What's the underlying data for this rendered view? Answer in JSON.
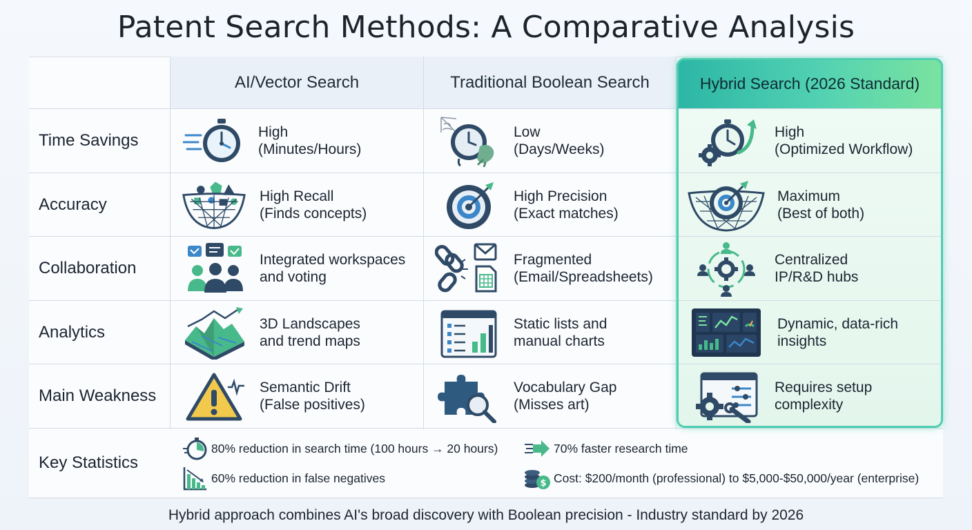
{
  "title": "Patent Search Methods: A Comparative Analysis",
  "columns": [
    {
      "label": "AI/Vector Search"
    },
    {
      "label": "Traditional Boolean Search"
    },
    {
      "label": "Hybrid Search (2026 Standard)"
    }
  ],
  "rows": [
    {
      "label": "Time Savings",
      "cells": [
        {
          "line1": "High",
          "line2": "(Minutes/Hours)",
          "icon": "stopwatch-speed-icon"
        },
        {
          "line1": "Low",
          "line2": "(Days/Weeks)",
          "icon": "cobweb-clock-icon"
        },
        {
          "line1": "High",
          "line2": "(Optimized Workflow)",
          "icon": "gear-stopwatch-icon"
        }
      ]
    },
    {
      "label": "Accuracy",
      "cells": [
        {
          "line1": "High Recall",
          "line2": "(Finds concepts)",
          "icon": "net-shapes-icon"
        },
        {
          "line1": "High Precision",
          "line2": "(Exact matches)",
          "icon": "target-arrow-icon"
        },
        {
          "line1": "Maximum",
          "line2": "(Best of both)",
          "icon": "net-target-icon"
        }
      ]
    },
    {
      "label": "Collaboration",
      "cells": [
        {
          "line1": "Integrated workspaces",
          "line2": "and voting",
          "icon": "team-chat-icon"
        },
        {
          "line1": "Fragmented",
          "line2": "(Email/Spreadsheets)",
          "icon": "broken-chain-icon"
        },
        {
          "line1": "Centralized",
          "line2": "IP/R&D hubs",
          "icon": "hub-network-icon"
        }
      ]
    },
    {
      "label": "Analytics",
      "cells": [
        {
          "line1": "3D Landscapes",
          "line2": "and trend maps",
          "icon": "landscape-map-icon"
        },
        {
          "line1": "Static lists and",
          "line2": "manual charts",
          "icon": "list-chart-icon"
        },
        {
          "line1": "Dynamic, data-rich",
          "line2": "insights",
          "icon": "dashboard-icon"
        }
      ]
    },
    {
      "label": "Main Weakness",
      "cells": [
        {
          "line1": "Semantic Drift",
          "line2": "(False positives)",
          "icon": "warning-icon"
        },
        {
          "line1": "Vocabulary Gap",
          "line2": "(Misses art)",
          "icon": "puzzle-search-icon"
        },
        {
          "line1": "Requires setup",
          "line2": "complexity",
          "icon": "settings-wrench-icon"
        }
      ]
    }
  ],
  "key_statistics": {
    "label": "Key Statistics",
    "items": [
      {
        "text": "80% reduction in search time (100 hours → 20 hours)",
        "icon": "stopwatch-icon"
      },
      {
        "text": "70% faster research time",
        "icon": "fast-arrow-icon"
      },
      {
        "text": "60% reduction in false negatives",
        "icon": "declining-bars-icon"
      },
      {
        "text": "Cost: $200/month (professional) to $5,000-$50,000/year (enterprise)",
        "icon": "coins-icon"
      }
    ]
  },
  "footer": "Hybrid approach combines AI's broad discovery with Boolean precision - Industry standard by 2026",
  "colors": {
    "accent_teal": "#2cb6a6",
    "accent_green": "#7be39f",
    "icon_navy": "#2f4a66",
    "icon_green": "#48b98a"
  }
}
